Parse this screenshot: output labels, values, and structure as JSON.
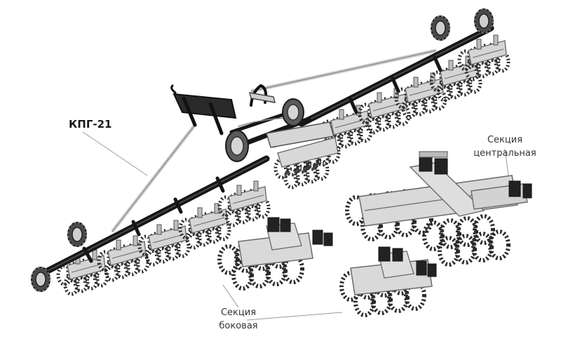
{
  "labels": {
    "model": "КПГ-21",
    "central_section": [
      "Секция",
      "центральная"
    ],
    "side_section": [
      "Секция",
      "боковая"
    ]
  },
  "colors": {
    "frame": "#1c1c1c",
    "section_frame": "#cfcfcf",
    "section_edge": "#7a7a7a",
    "discs": "#2a2a2a",
    "tires": "#555555",
    "tie_rod": "#d2d2d2",
    "leader": "#9a9a9a"
  },
  "icons": [
    "tire-icon",
    "disc-gang-icon",
    "tie-rod-icon",
    "hitch-icon"
  ]
}
